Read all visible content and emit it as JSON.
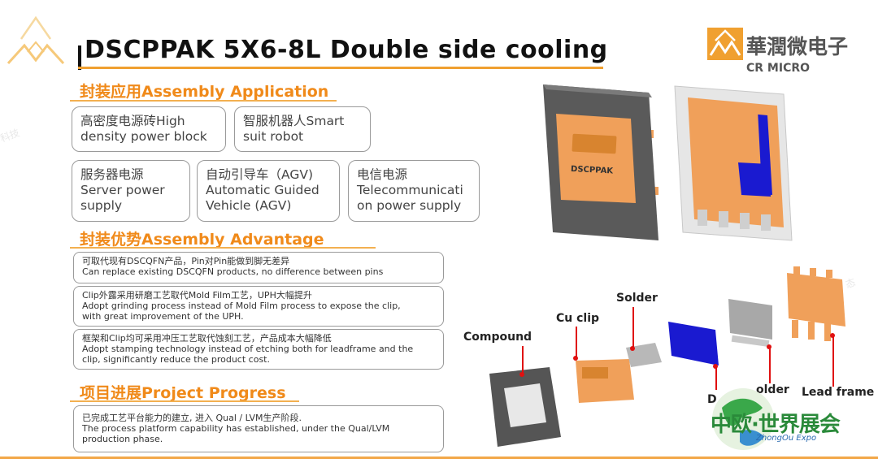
{
  "header": {
    "title": "DSCPPAK 5X6-8L Double side cooling",
    "brand_cn": "華潤微电子",
    "brand_en": "CR MICRO"
  },
  "assembly_application": {
    "heading": "封装应用Assembly Application",
    "items": [
      {
        "cn": "高密度电源砖High",
        "en": "density power block"
      },
      {
        "cn": "智服机器人Smart",
        "en": "suit robot"
      },
      {
        "cn": "服务器电源",
        "en1": "Server power",
        "en2": "supply"
      },
      {
        "cn": "自动引导车（AGV)",
        "en1": "Automatic Guided",
        "en2": "Vehicle (AGV)"
      },
      {
        "cn": "电信电源",
        "en1": "Telecommunicati",
        "en2": "on power supply"
      }
    ]
  },
  "assembly_advantage": {
    "heading": "封装优势Assembly Advantage",
    "items": [
      {
        "cn": "可取代现有DSCQFN产品，Pin对Pin能做到脚无差异",
        "en": "Can replace existing DSCQFN products, no difference between pins"
      },
      {
        "cn": "Clip外露采用研磨工艺取代Mold Film工艺，UPH大幅提升",
        "en1": "Adopt grinding process instead of Mold Film process to expose the clip,",
        "en2": "with great improvement of the UPH."
      },
      {
        "cn": "框架和Clip均可采用冲压工艺取代蚀刻工艺，产品成本大幅降低",
        "en1": "Adopt stamping technology instead of etching both for leadframe and the",
        "en2": "clip, significantly reduce the product cost."
      }
    ]
  },
  "project_progress": {
    "heading": "项目进展Project Progress",
    "cn": "已完成工艺平台能力的建立, 进入 Qual / LVM生产阶段.",
    "en1": "The process platform capability has established, under the Qual/LVM",
    "en2": "production phase."
  },
  "diagram": {
    "package_marking": "DSCPPAK",
    "labels": {
      "compound": "Compound",
      "cu_clip": "Cu clip",
      "solder_top": "Solder",
      "solder_bottom": "older",
      "lead_frame": "Lead frame",
      "die_partial": "D"
    }
  },
  "expo_logo": {
    "cn": "中欧·世界展会",
    "en": "ZhongOu Expo"
  },
  "colors": {
    "accent_orange": "#f08a1a",
    "copper": "#f0a05a",
    "die_blue": "#1a1ad0",
    "mold_gray": "#5a5a5a",
    "leader_red": "#e01010"
  }
}
